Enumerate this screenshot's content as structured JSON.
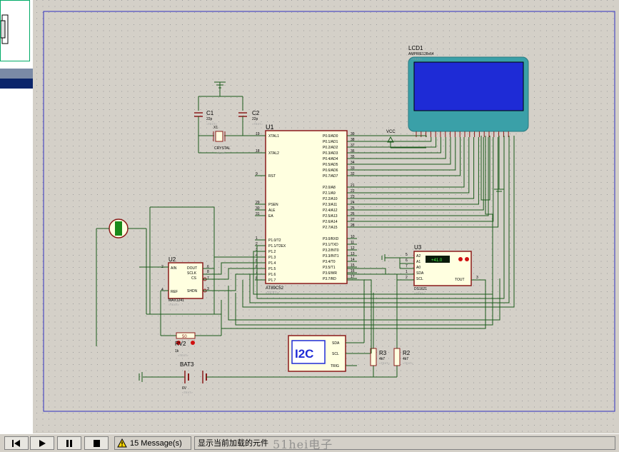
{
  "colors": {
    "wire": "#1a5a1a",
    "part": "#8b1a1a",
    "fill": "#ffffe0",
    "lcd": "#1e2bd6",
    "grid": "#b8b8b8",
    "sheet": "#3030c0"
  },
  "components": {
    "u1": {
      "ref": "U1",
      "part": "AT89C52",
      "text": "<TEXT>",
      "left_pins": [
        {
          "num": "19",
          "name": "XTAL1"
        },
        {
          "num": "18",
          "name": "XTAL2"
        },
        {
          "num": "9",
          "name": "RST"
        },
        {
          "num": "29",
          "name": "PSEN"
        },
        {
          "num": "30",
          "name": "ALE"
        },
        {
          "num": "31",
          "name": "EA"
        },
        {
          "num": "1",
          "name": "P1.0/T2"
        },
        {
          "num": "2",
          "name": "P1.1/T2EX"
        },
        {
          "num": "3",
          "name": "P1.2"
        },
        {
          "num": "4",
          "name": "P1.3"
        },
        {
          "num": "5",
          "name": "P1.4"
        },
        {
          "num": "6",
          "name": "P1.5"
        },
        {
          "num": "7",
          "name": "P1.6"
        },
        {
          "num": "8",
          "name": "P1.7"
        }
      ],
      "right_pins": [
        {
          "num": "39",
          "name": "P0.0/AD0"
        },
        {
          "num": "38",
          "name": "P0.1/AD1"
        },
        {
          "num": "37",
          "name": "P0.2/AD2"
        },
        {
          "num": "36",
          "name": "P0.3/AD3"
        },
        {
          "num": "35",
          "name": "P0.4/AD4"
        },
        {
          "num": "34",
          "name": "P0.5/AD5"
        },
        {
          "num": "33",
          "name": "P0.6/AD6"
        },
        {
          "num": "32",
          "name": "P0.7/AD7"
        },
        {
          "num": "21",
          "name": "P2.0/A8"
        },
        {
          "num": "22",
          "name": "P2.1/A9"
        },
        {
          "num": "23",
          "name": "P2.2/A10"
        },
        {
          "num": "24",
          "name": "P2.3/A11"
        },
        {
          "num": "25",
          "name": "P2.4/A12"
        },
        {
          "num": "26",
          "name": "P2.5/A13"
        },
        {
          "num": "27",
          "name": "P2.6/A14"
        },
        {
          "num": "28",
          "name": "P2.7/A15"
        },
        {
          "num": "10",
          "name": "P3.0/RXD"
        },
        {
          "num": "11",
          "name": "P3.1/TXD"
        },
        {
          "num": "12",
          "name": "P3.2/INT0"
        },
        {
          "num": "13",
          "name": "P3.3/INT1"
        },
        {
          "num": "14",
          "name": "P3.4/T0"
        },
        {
          "num": "15",
          "name": "P3.5/T1"
        },
        {
          "num": "16",
          "name": "P3.6/WR"
        },
        {
          "num": "17",
          "name": "P3.7/RD"
        }
      ]
    },
    "lcd1": {
      "ref": "LCD1",
      "part": "AMPIRE128x64",
      "text": "<TEXT>"
    },
    "c1": {
      "ref": "C1",
      "value": "22p",
      "text": "<TEXT>"
    },
    "c2": {
      "ref": "C2",
      "value": "22p",
      "text": "<TEXT>"
    },
    "x1": {
      "ref": "X1",
      "part": "CRYSTAL",
      "text": "<TEXT>"
    },
    "vcc": {
      "label": "VCC"
    },
    "u2": {
      "ref": "U2",
      "part": "MAX1241",
      "text": "<TEXT>",
      "left_pins": [
        {
          "name": "AIN",
          "num": "2"
        },
        {
          "name": "REF",
          "num": "4"
        }
      ],
      "right_pins": [
        {
          "name": "DOUT",
          "num": "6"
        },
        {
          "name": "SCLK",
          "num": "8"
        },
        {
          "name": "CS",
          "num": "7"
        },
        {
          "name": "SHDN",
          "num": "3"
        }
      ]
    },
    "u3": {
      "ref": "U3",
      "part": "DS1621",
      "text": "<TEXT>",
      "display": "+41.0",
      "left_pins": [
        {
          "name": "A2",
          "num": "5"
        },
        {
          "name": "A1",
          "num": "6"
        },
        {
          "name": "A0",
          "num": "7"
        },
        {
          "name": "SDA",
          "num": "1"
        },
        {
          "name": "SCL",
          "num": "2"
        }
      ],
      "right_pin": {
        "name": "TOUT",
        "num": "3"
      }
    },
    "rv2": {
      "ref": "RV2",
      "value": "1k",
      "text": "<TEXT>",
      "display": "50"
    },
    "bat3": {
      "ref": "BAT3",
      "value": "6V",
      "text": "<TEXT>"
    },
    "r3": {
      "ref": "R3",
      "value": "4k7",
      "text": "<TEXT>"
    },
    "r2": {
      "ref": "R2",
      "value": "4k7",
      "text": "<TEXT>"
    },
    "i2c": {
      "label": "I2C",
      "pins": [
        "SDA",
        "SCL",
        "TRIG"
      ]
    }
  },
  "statusbar": {
    "message_count": "15 Message(s)",
    "status": "显示当前加载的元件",
    "watermark": "51hei电子"
  }
}
